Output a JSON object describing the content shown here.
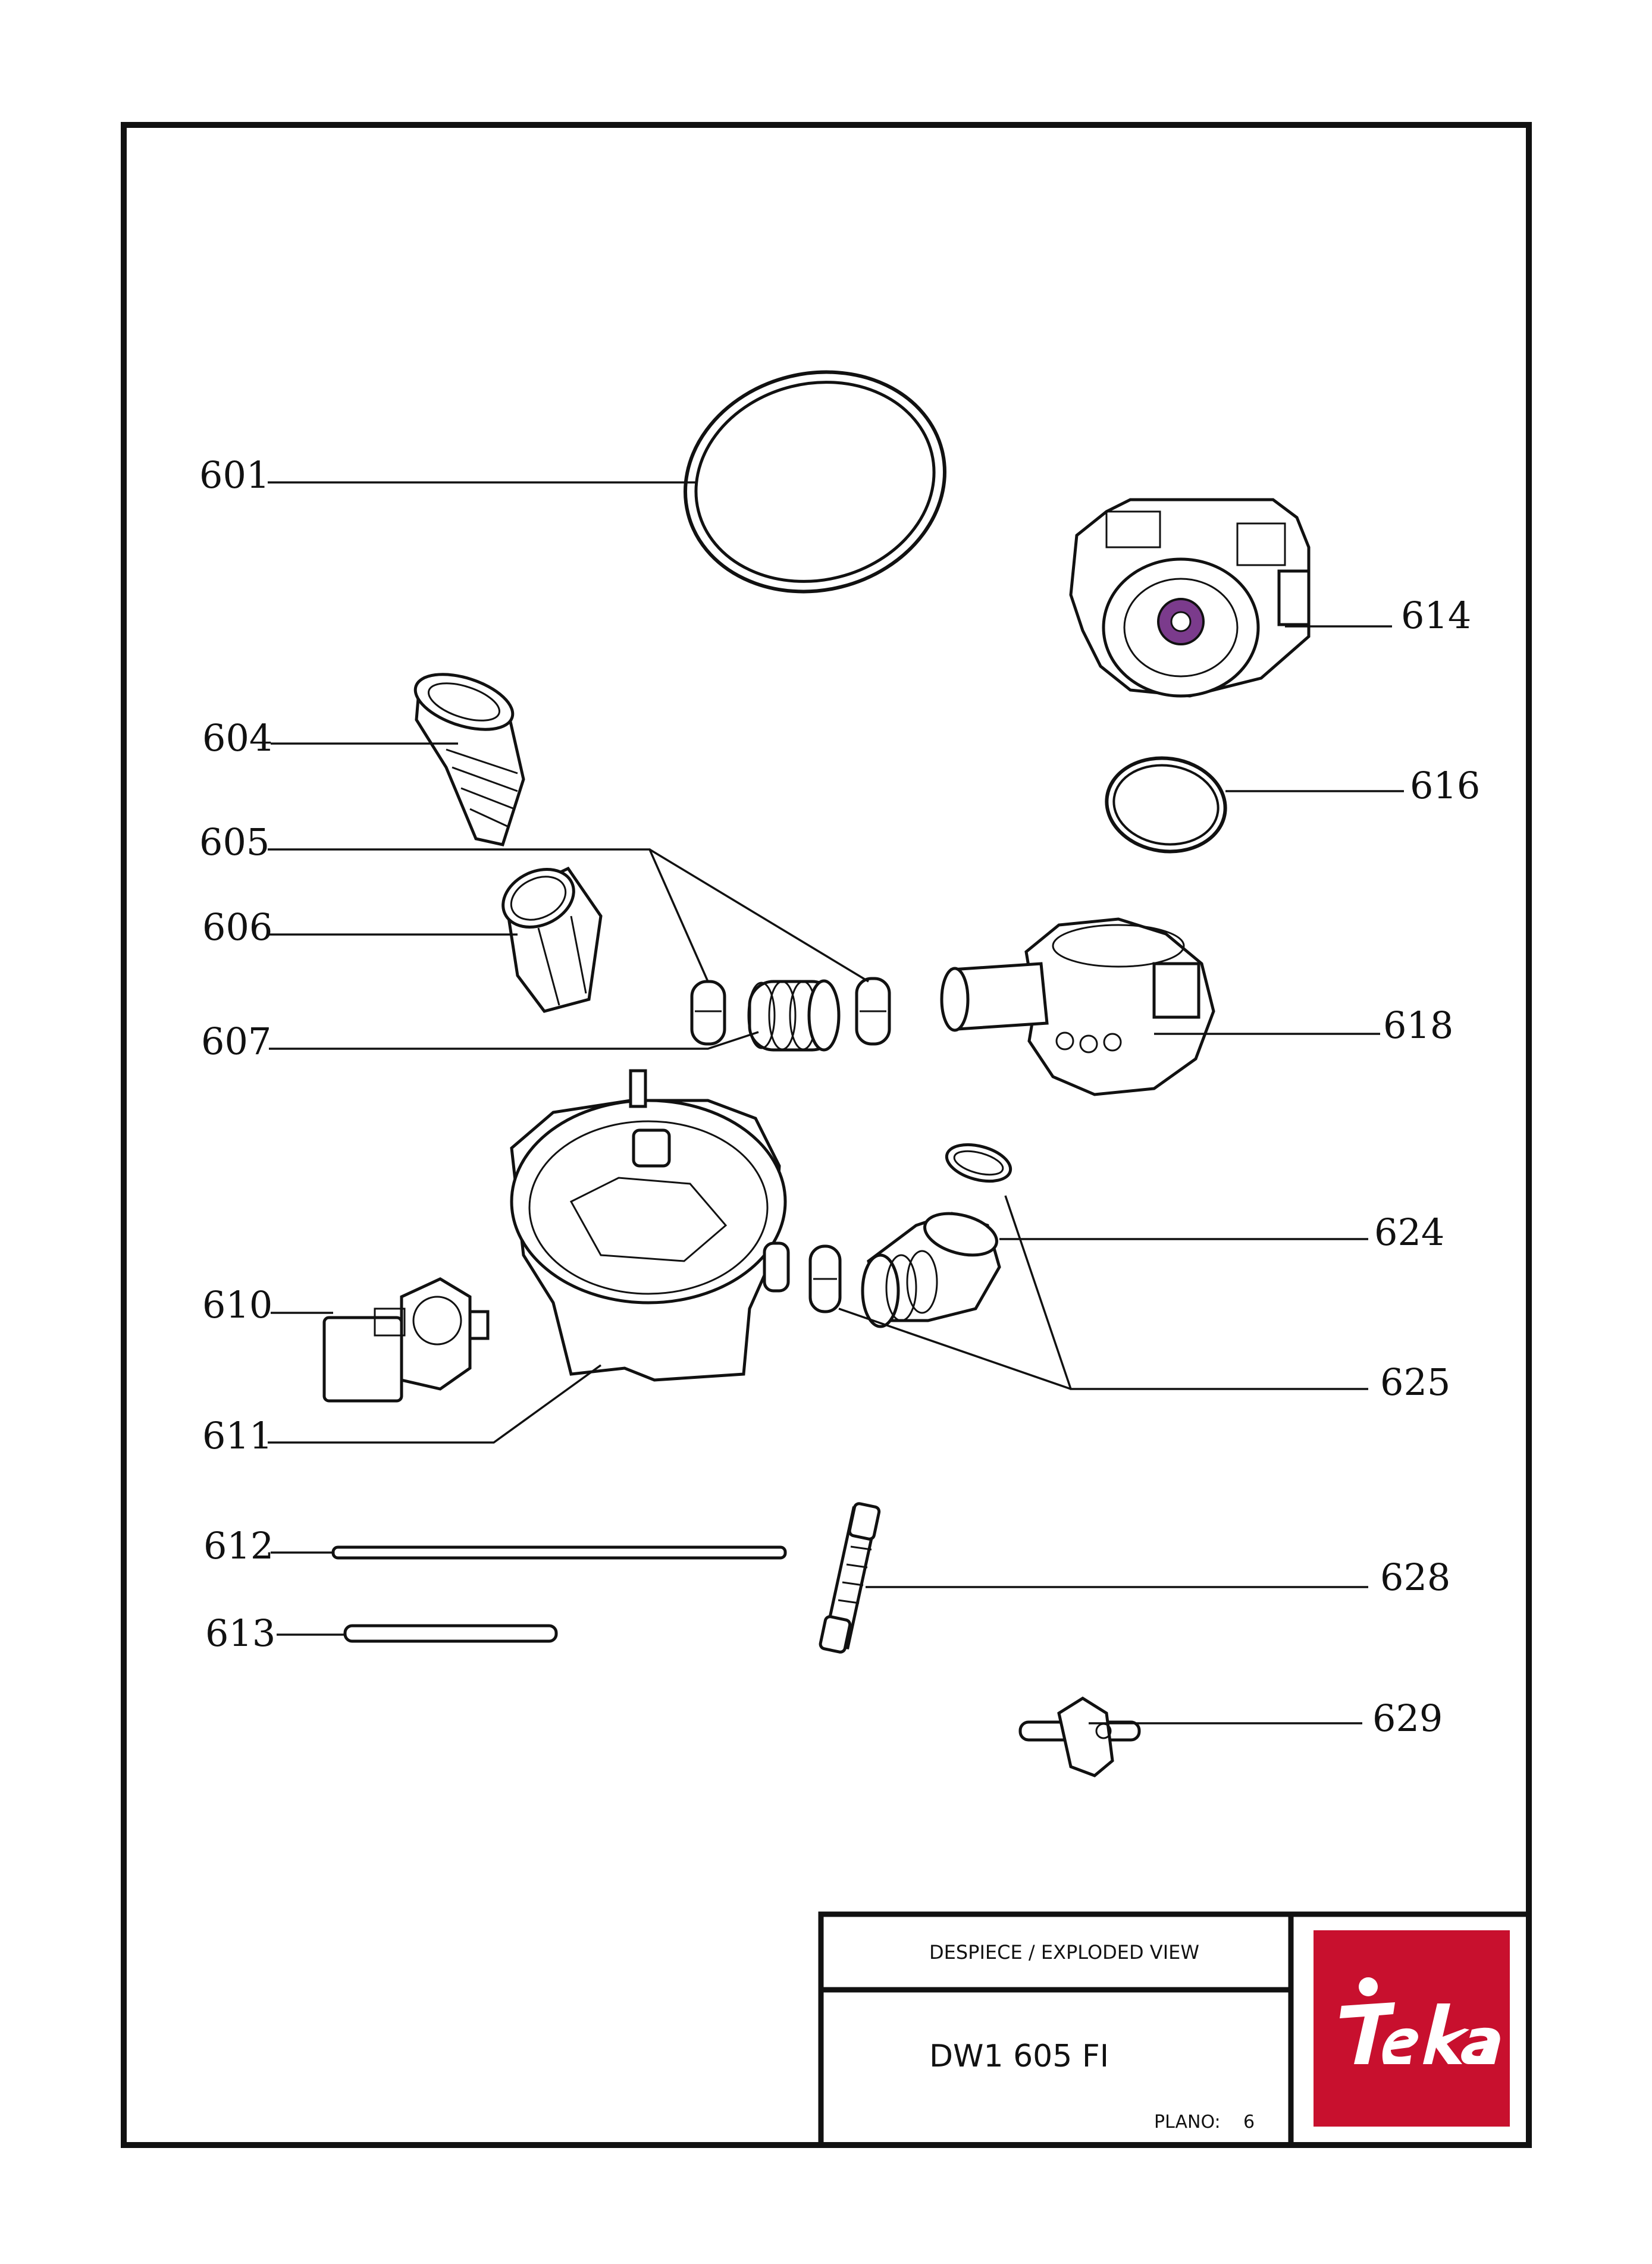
{
  "callouts": [
    {
      "id": "601",
      "label": "601"
    },
    {
      "id": "604",
      "label": "604"
    },
    {
      "id": "605",
      "label": "605"
    },
    {
      "id": "606",
      "label": "606"
    },
    {
      "id": "607",
      "label": "607"
    },
    {
      "id": "610",
      "label": "610"
    },
    {
      "id": "611",
      "label": "611"
    },
    {
      "id": "612",
      "label": "612"
    },
    {
      "id": "613",
      "label": "613"
    },
    {
      "id": "614",
      "label": "614"
    },
    {
      "id": "616",
      "label": "616"
    },
    {
      "id": "618",
      "label": "618"
    },
    {
      "id": "624",
      "label": "624"
    },
    {
      "id": "625",
      "label": "625"
    },
    {
      "id": "628",
      "label": "628"
    },
    {
      "id": "629",
      "label": "629"
    }
  ],
  "title_block": {
    "view_title": "DESPIECE / EXPLODED VIEW",
    "model": "DW1 605 FI",
    "plano_label": "PLANO:",
    "plano_number": "6"
  },
  "brand": {
    "name": "Teka",
    "logo_color": "#c8102e"
  }
}
